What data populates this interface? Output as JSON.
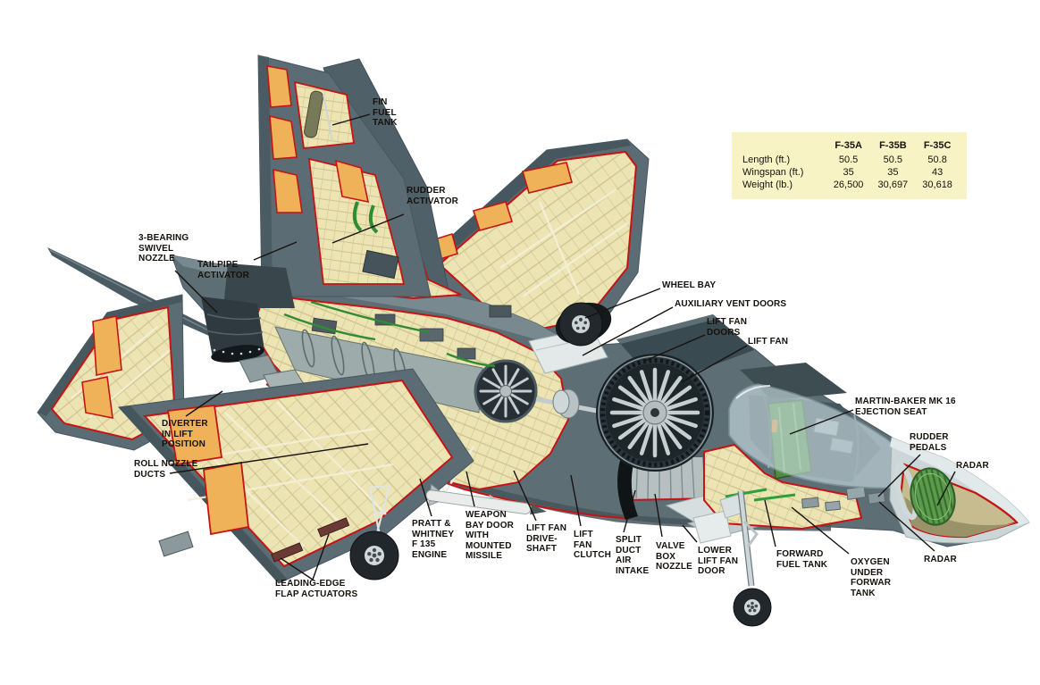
{
  "colors": {
    "red_outline": "#c41414",
    "cutaway_cream": "#ece4b2",
    "panel_orange": "#f0b258",
    "airframe_gray": "#5d6e75",
    "table_background": "#f8f3c4",
    "seat_green": "#4f8c3f",
    "pipe_green": "#2f9e3c"
  },
  "callouts": [
    {
      "id": "fin-fuel-tank",
      "text": "FIN\nFUEL\nTANK"
    },
    {
      "id": "rudder-activator",
      "text": "RUDDER\nACTIVATOR"
    },
    {
      "id": "three-bearing-swivel-nozzle",
      "text": "3-BEARING\nSWIVEL\nNOZZLE"
    },
    {
      "id": "tailpipe-activator",
      "text": "TAILPIPE\nACTIVATOR"
    },
    {
      "id": "wheel-bay",
      "text": "WHEEL BAY"
    },
    {
      "id": "auxiliary-vent-doors",
      "text": "AUXILIARY VENT DOORS"
    },
    {
      "id": "lift-fan-doors",
      "text": "LIFT FAN\nDOORS"
    },
    {
      "id": "lift-fan",
      "text": "LIFT FAN"
    },
    {
      "id": "martin-baker-ejection-seat",
      "text": "MARTIN-BAKER MK 16\nEJECTION SEAT"
    },
    {
      "id": "rudder-pedals",
      "text": "RUDDER\nPEDALS"
    },
    {
      "id": "radar-upper",
      "text": "RADAR"
    },
    {
      "id": "radar-lower",
      "text": "RADAR"
    },
    {
      "id": "oxygen-under-forwar-tank",
      "text": "OXYGEN\nUNDER\nFORWAR\nTANK"
    },
    {
      "id": "forward-fuel-tank",
      "text": "FORWARD\nFUEL TANK"
    },
    {
      "id": "lower-lift-fan-door",
      "text": "LOWER\nLIFT FAN\nDOOR"
    },
    {
      "id": "valve-box-nozzle",
      "text": "VALVE\nBOX\nNOZZLE"
    },
    {
      "id": "split-duct-air-intake",
      "text": "SPLIT\nDUCT\nAIR\nINTAKE"
    },
    {
      "id": "lift-fan-clutch",
      "text": "LIFT\nFAN\nCLUTCH"
    },
    {
      "id": "lift-fan-drive-shaft",
      "text": "LIFT FAN\nDRIVE-\nSHAFT"
    },
    {
      "id": "weapon-bay-door",
      "text": "WEAPON\nBAY DOOR\nWITH\nMOUNTED\nMISSILE"
    },
    {
      "id": "pratt-whitney-f135-engine",
      "text": "PRATT &\nWHITNEY\nF 135\nENGINE"
    },
    {
      "id": "leading-edge-flap-actuators",
      "text": "LEADING-EDGE\nFLAP ACTUATORS"
    },
    {
      "id": "diverter-in-lift-position",
      "text": "DIVERTER\nIN LIFT\nPOSITION"
    },
    {
      "id": "roll-nozzle-ducts",
      "text": "ROLL NOZZLE\nDUCTS"
    }
  ],
  "spec_table": {
    "col_headers": [
      "F-35A",
      "F-35B",
      "F-35C"
    ],
    "rows": [
      {
        "label": "Length (ft.)",
        "values": [
          "50.5",
          "50.5",
          "50.8"
        ]
      },
      {
        "label": "Wingspan (ft.)",
        "values": [
          "35",
          "35",
          "43"
        ]
      },
      {
        "label": "Weight (lb.)",
        "values": [
          "26,500",
          "30,697",
          "30,618"
        ]
      }
    ]
  }
}
